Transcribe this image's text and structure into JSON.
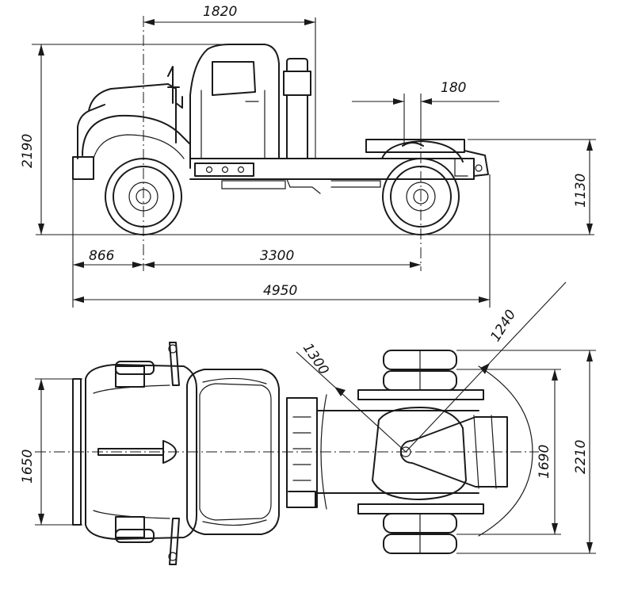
{
  "dimensions": {
    "top_length_a": "1820",
    "fifth_wheel_offset": "180",
    "overall_height": "2190",
    "coupling_height": "1130",
    "front_overhang": "866",
    "wheelbase": "3300",
    "overall_length": "4950",
    "swing_radius_rear": "1240",
    "swing_radius_front": "1300",
    "front_track": "1650",
    "rear_track": "1690",
    "overall_width": "2210"
  },
  "views": [
    "side-view",
    "top-view"
  ]
}
